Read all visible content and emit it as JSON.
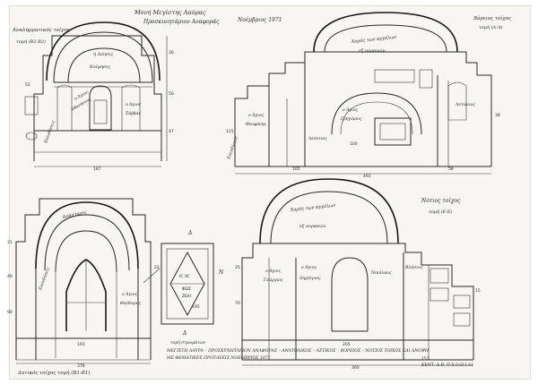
{
  "header": {
    "line1": "Μονή Μεγίστης Λαύρας",
    "line2": "Προσκυνητάριον Αναφοράς",
    "date": "Νοέμβριος 1971"
  },
  "north_wall": {
    "title": "Βόρειος τοίχος",
    "subtitle": "τομή (Λ-Λ)"
  },
  "west_wall": {
    "title": "Αναλημματικός τοίχος",
    "subtitle": "τομή (Β2-Β2)"
  },
  "south_wall": {
    "title": "Νότιος τοίχος",
    "subtitle": "τομή (Ε-Ε)"
  },
  "west_wall_2": {
    "title": "Δυτικός τοίχος τομή (Β1-Β1)"
  },
  "fresco_labels": {
    "top_left_arch": "ή Δέησις",
    "top_left_lunette": "Κοίμησις",
    "top_left_panel1": "ο Άγιος",
    "top_left_panel2": "Αθανάσιος",
    "top_left_panel3": "ο Άγιος",
    "top_left_panel4": "Σάββας",
    "top_right_vault": "Χορός των αγγέλων",
    "top_right_vault2": "εξ ουρανών",
    "top_right_1": "ο Άγιος",
    "top_right_2": "Θεοφάνης",
    "top_right_3": "ο Άγιος",
    "top_right_4": "Γρηγόριος",
    "top_right_5": "Αντώνιος",
    "top_right_6": "Λεόντιος",
    "bottom_left_arch": "Ανάστασις",
    "bottom_left_1": "ο Άγιος",
    "bottom_left_2": "Θεόδωρος",
    "bottom_right_vault": "Χορός των αγγέλων",
    "bottom_right_vault2": "εξ ουρανών",
    "bottom_right_1": "ο Άγιος",
    "bottom_right_2": "Γεώργιος",
    "bottom_right_3": "ο Άγιος",
    "bottom_right_4": "Δημήτριος",
    "bottom_right_5": "Νικόλαος",
    "bottom_right_6": "Βλάσιος"
  },
  "center_panel": {
    "top_label": "Δ",
    "mid": "IC XC",
    "mid2": "ΦΩΣ",
    "mid3": "ΖΩΗ",
    "bottom_label": "Δ",
    "caption": "τομή στρωμάτων"
  },
  "footer": {
    "line1": "ΜΕΓΙΣΤΗ ΛΑΥΡΑ – ΠΡΟΣΚΥΝΗΤΑΡΙΟΝ ΑΝΑΦΟΡΑΣ – ΑΝΑΤΟΛΙΚΟΣ – ΑΣΤΙΚΟΣ – ΒΟΡΕΙΟΣ – ΝΟΤΙΟΣ ΤΟΙΧΟΣ ΚΑΙ ΑΝΟΨΗ",
    "line2": "ΜΕ ΘΕΜΑΤΙΚΕΣ ΠΡΟΤΑΣΕΙΣ ΝΟΕΜΒΡΙΟΣ 1971",
    "line3": "ΚΕΝΤ. Δ.Β. Π.Χ.Ο.Ω.Ι.Α1"
  },
  "dimensions": {
    "d1": "187",
    "d2": "153",
    "d3": "105",
    "d4": "493",
    "d5": "195",
    "d6": "38",
    "d7": "50",
    "d8": "47",
    "d9": "30",
    "d10": "100",
    "d11": "58",
    "d12": "125",
    "d13": "193",
    "d14": "378",
    "d15": "31",
    "d16": "52",
    "d17": "22",
    "d18": "40",
    "d19": "90",
    "d20": "205",
    "d21": "360",
    "d22": "25",
    "d23": "70",
    "d24": "15"
  }
}
